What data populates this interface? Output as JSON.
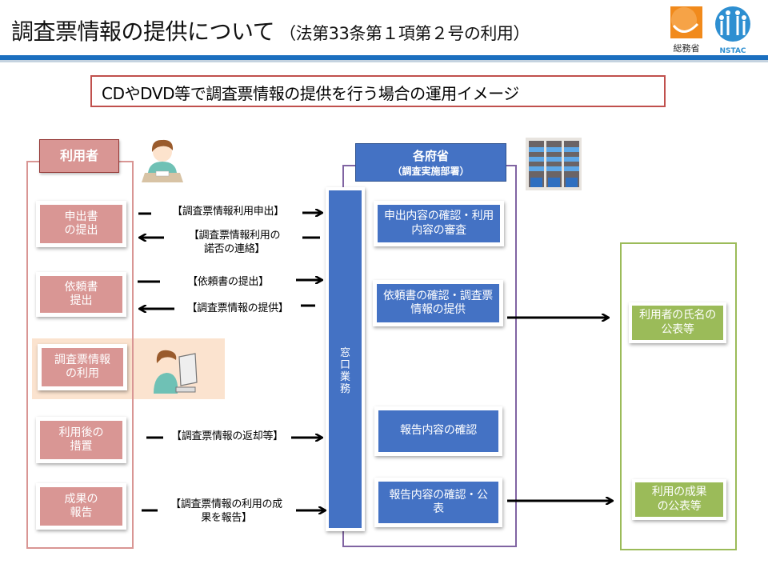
{
  "header": {
    "title": "調査票情報の提供について",
    "title_sub": "（法第33条第１項第２号の利用）",
    "logos": [
      {
        "name": "mic-logo",
        "caption": "総務省"
      },
      {
        "name": "nstac-logo",
        "caption": "NSTAC"
      }
    ]
  },
  "subtitle": "CDやDVD等で調査票情報の提供を行う場合の運用イメージ",
  "colors": {
    "header_bar": "#1b6fbf",
    "user": "#d99694",
    "ministry": "#4472c4",
    "ministry_frame": "#8064a2",
    "public": "#9bbb59",
    "highlight": "#fbe3cf"
  },
  "user": {
    "header": "利用者",
    "steps": [
      "申出書\nの提出",
      "依頼書\n提出",
      "調査票情報\nの利用",
      "利用後の\n措置",
      "成果の\n報告"
    ]
  },
  "ministry": {
    "header": "各府省",
    "header_sub": "（調査実施部署）",
    "window": "窓\n口\n業\n務",
    "steps": [
      "申出内容の確認・利用\n内容の審査",
      "依頼書の確認・調査票\n情報の提供",
      "報告内容の確認",
      "報告内容の確認・公\n表"
    ]
  },
  "public": {
    "steps": [
      "利用者の氏名の\n公表等",
      "利用の成果\nの公表等"
    ]
  },
  "flows": [
    {
      "label": "【調査票情報利用申出】",
      "direction": "to-ministry"
    },
    {
      "label": "【調査票情報利用の\n諾否の連絡】",
      "direction": "to-user"
    },
    {
      "label": "【依頼書の提出】",
      "direction": "to-ministry"
    },
    {
      "label": "【調査票情報の提供】",
      "direction": "to-user"
    },
    {
      "label": "【調査票情報の返却等】",
      "direction": "to-ministry"
    },
    {
      "label": "【調査票情報の利用の成\n果を報告】",
      "direction": "to-ministry"
    }
  ],
  "icons": {
    "person_writing": "person-writing-icon",
    "person_computer": "person-computer-icon",
    "building": "office-building-icon"
  }
}
